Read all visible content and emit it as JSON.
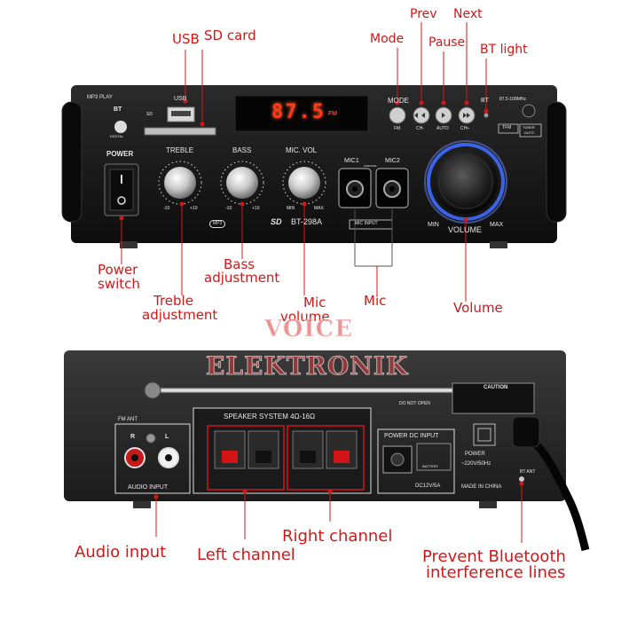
{
  "front_panel": {
    "top_labels": {
      "mp3_play": "MP3 PLAY",
      "bt": "BT",
      "digital": "DIGITAL",
      "usb": "USB",
      "sd": "SD",
      "mode": "MODE",
      "fm": "FM",
      "ch_minus": "CH-",
      "auto": "AUTO",
      "ch_plus": "CH+",
      "bt_small": "BT",
      "freq_range": "87.5-108MHz",
      "tfm": "TFM",
      "tuner": "TUNER",
      "tuner_auto": "AUTO"
    },
    "display_value": "87.5",
    "display_unit": "FM",
    "power_label": "POWER",
    "knobs": {
      "treble": "TREBLE",
      "bass": "BASS",
      "mic_vol": "MIC. VOL",
      "minus10": "-10",
      "plus10": "+10",
      "min": "MIN",
      "max": "MAX"
    },
    "mic1": "MIC1",
    "mic2": "MIC2",
    "karaoke": "KARAOKE",
    "mic_input": "MIC INPUT",
    "model": "BT-298A",
    "mp3_badge": "MP3",
    "sd_badge": "SD",
    "volume_label": "VOLUME",
    "volume_min": "MIN",
    "volume_max": "MAX"
  },
  "front_callouts": {
    "usb": "USB",
    "sd_card": "SD card",
    "mode": "Mode",
    "prev": "Prev",
    "pause": "Pause",
    "next": "Next",
    "bt_light": "BT light",
    "power_switch_line1": "Power",
    "power_switch_line2": "switch",
    "bass_line1": "Bass",
    "bass_line2": "adjustment",
    "treble_line1": "Treble",
    "treble_line2": "adjustment",
    "mic_volume_line1": "Mic",
    "mic_volume_line2": "volume",
    "mic": "Mic",
    "volume": "Volume"
  },
  "watermark": {
    "line1": "VOICE",
    "line2": "ELEKTRONIK"
  },
  "back_panel": {
    "fm_ant": "FM ANT",
    "r": "R",
    "l": "L",
    "audio_input": "AUDIO INPUT",
    "speaker_system": "SPEAKER SYSTEM 4Ω-16Ω",
    "caution": "CAUTION",
    "do_not_open": "DO NOT OPEN",
    "power_dc_input": "POWER DC INPUT",
    "battery": "BATTERY",
    "dc_rating": "DC12V/5A",
    "power": "POWER",
    "ac_rating": "~220V/50Hz",
    "made_in": "MADE IN CHINA",
    "bt_ant": "BT ANT"
  },
  "back_callouts": {
    "audio_input": "Audio input",
    "left_channel": "Left channel",
    "right_channel": "Right channel",
    "prevent_line1": "Prevent Bluetooth",
    "prevent_line2": "interference lines"
  },
  "colors": {
    "callout_red": "#d01818",
    "display_orange": "#ff3a1a",
    "volume_ring_blue": "#3f6bff",
    "chassis": "#141414"
  }
}
